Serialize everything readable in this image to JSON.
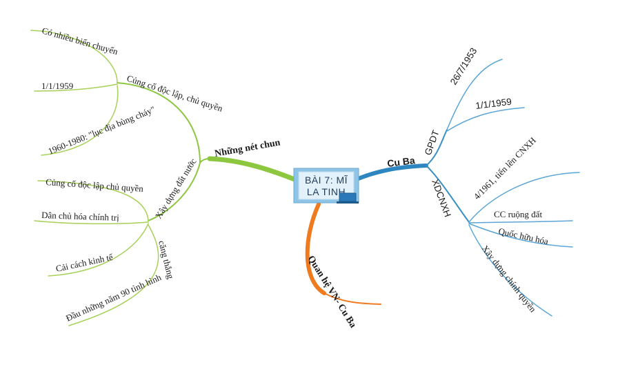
{
  "center": {
    "line1": "BÀI 7: MĨ",
    "line2": "LA TINH"
  },
  "branches": {
    "left": {
      "label": "Những nét chun",
      "color": "#8dc63f",
      "cung_co": {
        "label": "Củng cố độc lập, chủ quyền",
        "items": [
          "Có nhiều biến chuyển",
          "1/1/1959",
          "1960-1980: \"lục địa bùng cháy\""
        ],
        "sub_label": "lục địa bùng cháy"
      },
      "xay_dung": {
        "label": "Xây dựng đất nước",
        "items": [
          "Củng cố độc lập chủ quyền",
          "Dân chủ hóa chính trị",
          "Cải cách kinh tế",
          "Đầu những năm 90 tình hình"
        ],
        "sub_label": "căng thẳng"
      }
    },
    "right": {
      "label": "Cu Ba",
      "color": "#3a8fc4",
      "gpdt": {
        "label": "GPDT",
        "items": [
          "26/7/1953",
          "1/1/1959"
        ]
      },
      "xdcnxh": {
        "label": "XDCNXH",
        "items": [
          "4/1961, tiến lên CNXH",
          "CC ruộng đất",
          "Quốc hữu hóa",
          "Xây dựng chính quyền"
        ]
      }
    },
    "bottom": {
      "label": "Quan hệ VN- Cu Ba",
      "color": "#f07a1e"
    }
  }
}
